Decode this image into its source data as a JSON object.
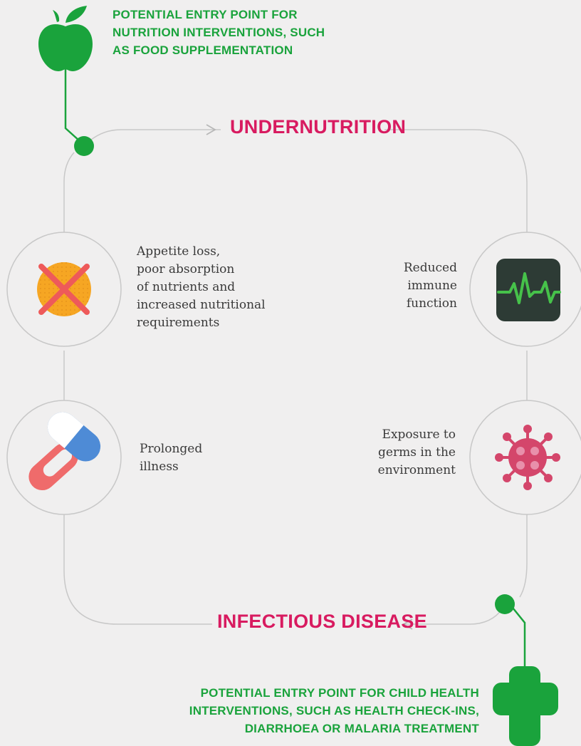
{
  "entry_top": {
    "lines": [
      "POTENTIAL ENTRY POINT FOR",
      "NUTRITION INTERVENTIONS, SUCH",
      "AS FOOD SUPPLEMENTATION"
    ],
    "icon": "apple-icon"
  },
  "entry_bottom": {
    "lines": [
      "POTENTIAL ENTRY POINT FOR CHILD HEALTH",
      "INTERVENTIONS, SUCH AS HEALTH CHECK-INS,",
      "DIARRHOEA OR MALARIA TREATMENT"
    ],
    "icon": "medical-cross-icon"
  },
  "cycle": {
    "top_label": "UNDERNUTRITION",
    "bottom_label": "INFECTIOUS DISEASE",
    "stages": {
      "immune": {
        "lines": [
          "Reduced",
          "immune",
          "function"
        ],
        "icon": "heart-monitor-icon"
      },
      "germs": {
        "lines": [
          "Exposure to",
          "germs in the",
          "environment"
        ],
        "icon": "virus-icon"
      },
      "illness": {
        "lines": [
          "Prolonged",
          "illness"
        ],
        "icon": "pills-icon"
      },
      "appetite": {
        "lines": [
          "Appetite loss,",
          "poor absorption",
          "of nutrients and",
          "increased nutritional",
          "requirements"
        ],
        "icon": "crossed-food-icon"
      }
    }
  },
  "colors": {
    "accent_green": "#1aa33c",
    "title_pink": "#d81b60",
    "line_grey": "#c8c8c8",
    "background": "#f0efef"
  }
}
